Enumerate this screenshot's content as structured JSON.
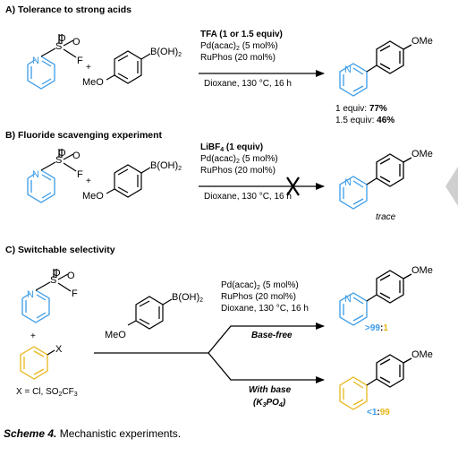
{
  "sectionA": {
    "title": "A) Tolerance to strong acids",
    "cond1": "TFA (1 or 1.5 equiv)",
    "cond2_pre": "Pd(acac)",
    "cond2_sub": "2",
    "cond2_post": " (5 mol%)",
    "cond3": "RuPhos (20 mol%)",
    "solvent": "Dioxane, 130 °C, 16 h",
    "result1_label": "1 equiv: ",
    "result1_value": "77%",
    "result2_label": "1.5 equiv: ",
    "result2_value": "46%"
  },
  "sectionB": {
    "title": "B) Fluoride scavenging experiment",
    "cond1_pre": "LiBF",
    "cond1_sub": "4",
    "cond1_post": " (1 equiv)",
    "cond2_pre": "Pd(acac)",
    "cond2_sub": "2",
    "cond2_post": " (5 mol%)",
    "cond3": "RuPhos (20 mol%)",
    "solvent": "Dioxane, 130 °C, 16 h",
    "result": "trace"
  },
  "sectionC": {
    "title": "C) Switchable selectivity",
    "x_def_pre": "X = Cl, SO",
    "x_def_sub1": "2",
    "x_def_mid": "CF",
    "x_def_sub2": "3",
    "cond1_pre": "Pd(acac)",
    "cond1_sub": "2",
    "cond1_post": " (5 mol%)",
    "cond2": "RuPhos (20 mol%)",
    "cond3": "Dioxane, 130 °C, 16 h",
    "branch1": "Base-free",
    "branch2": "With base",
    "branch2_base_pre": "(K",
    "branch2_base_sub1": "3",
    "branch2_base_mid": "PO",
    "branch2_base_sub2": "4",
    "branch2_base_post": ")",
    "ratio1_a": ">99",
    "ratio1_sep": ":",
    "ratio1_b": "1",
    "ratio2_a": "<1",
    "ratio2_sep": ":",
    "ratio2_b": "99"
  },
  "labels": {
    "plus": "+",
    "S": "S",
    "O": "O",
    "F": "F",
    "N": "N",
    "X": "X",
    "MeO": "MeO",
    "OMe": "OMe",
    "boronic_pre": "B(OH)",
    "boronic_sub": "2"
  },
  "caption": {
    "label": "Scheme 4.",
    "text": " Mechanistic experiments."
  },
  "colors": {
    "pyridine": "#3a9be8",
    "aryl_halide": "#e8b61a",
    "ink": "#000000"
  }
}
